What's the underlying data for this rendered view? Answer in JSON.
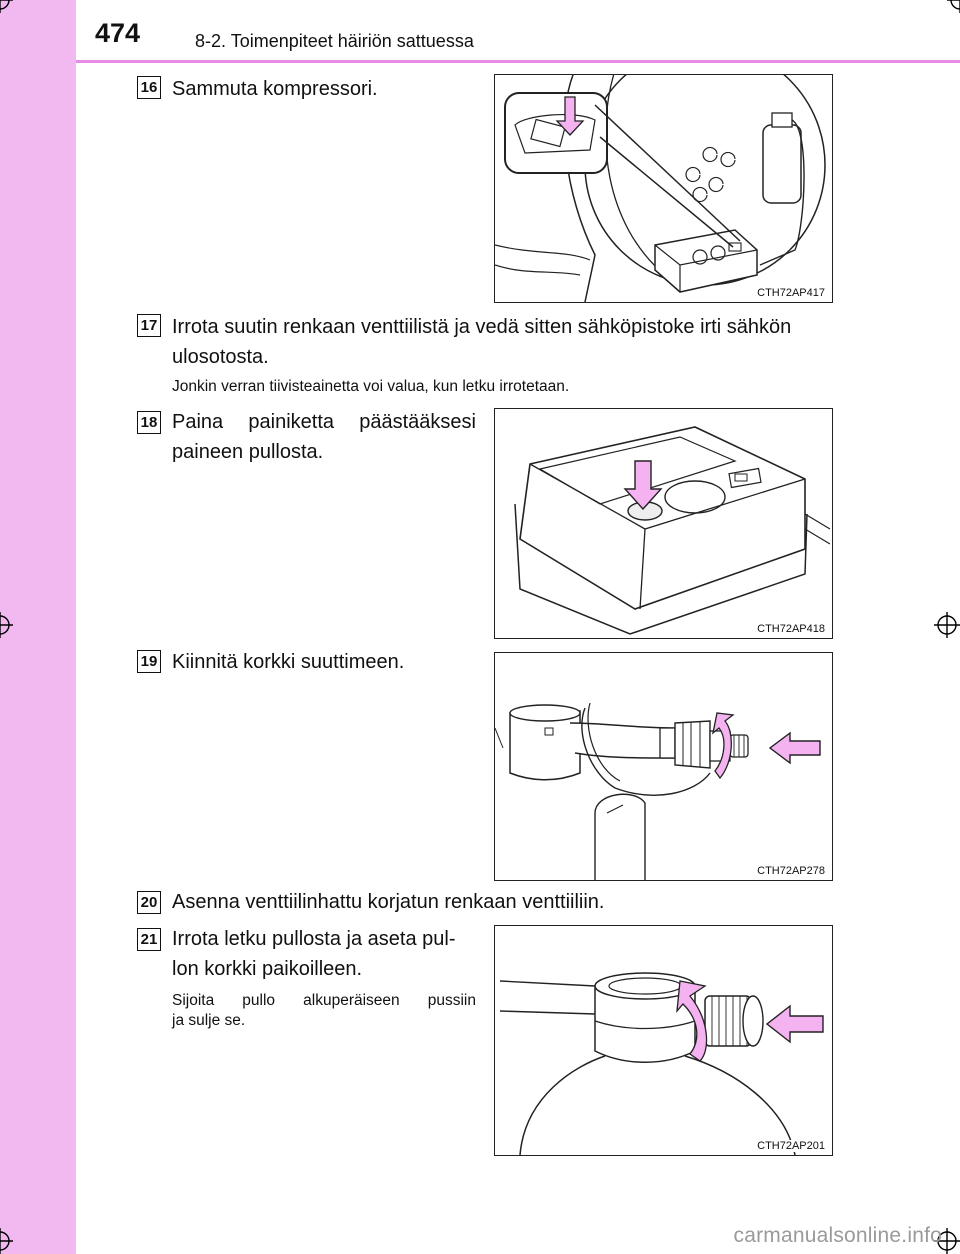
{
  "header": {
    "page_number": "474",
    "section_title": "8-2. Toimenpiteet häiriön sattuessa"
  },
  "colors": {
    "side_tab": "#f2b8f0",
    "rule": "#e78be6",
    "arrow": "#f4b3f0"
  },
  "steps": [
    {
      "number": "16",
      "text": "Sammuta kompressori.",
      "figure_code": "CTH72AP417"
    },
    {
      "number": "17",
      "text_line1": "Irrota suutin renkaan venttiilistä ja vedä sitten sähköpistoke irti sähkön",
      "text_line2": "ulosotosta.",
      "note": "Jonkin verran tiivisteainetta voi valua, kun letku irrotetaan."
    },
    {
      "number": "18",
      "text_line1": "Paina painiketta päästääksesi",
      "text_line2": "paineen pullosta.",
      "figure_code": "CTH72AP418"
    },
    {
      "number": "19",
      "text": "Kiinnitä korkki suuttimeen.",
      "figure_code": "CTH72AP278"
    },
    {
      "number": "20",
      "text": "Asenna venttiilinhattu korjatun renkaan venttiiliin."
    },
    {
      "number": "21",
      "text_line1": "Irrota letku pullosta ja aseta pul-",
      "text_line2": "lon korkki paikoilleen.",
      "note_line1": "Sijoita pullo alkuperäiseen pussiin",
      "note_line2": "ja sulje se.",
      "figure_code": "CTH72AP201"
    }
  ],
  "watermark": "carmanualsonline.info"
}
